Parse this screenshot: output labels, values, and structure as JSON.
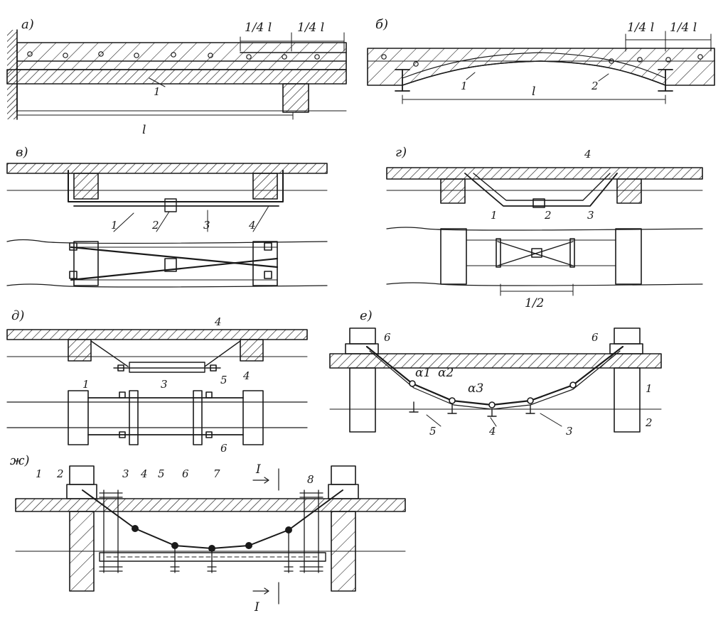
{
  "panels": {
    "a": {
      "label": "а)",
      "dim_quarter_1": "1/4 l",
      "dim_quarter_2": "1/4 l",
      "span": "l",
      "callouts": [
        "1"
      ]
    },
    "b": {
      "label": "б)",
      "dim_quarter_1": "1/4 l",
      "dim_quarter_2": "1/4 l",
      "span": "l",
      "callouts": [
        "1",
        "2"
      ]
    },
    "v": {
      "label": "в)",
      "callouts": [
        "1",
        "2",
        "3",
        "4"
      ]
    },
    "g": {
      "label": "г)",
      "top_callout": "4",
      "callouts": [
        "1",
        "2",
        "3"
      ],
      "half_span": "1/2"
    },
    "d": {
      "label": "д)",
      "top_callout": "4",
      "callouts": [
        "1",
        "3",
        "5",
        "4",
        "6"
      ]
    },
    "e": {
      "label": "е)",
      "callouts": [
        "6",
        "6",
        "1",
        "2",
        "5",
        "4",
        "3"
      ],
      "angles": [
        "α1",
        "α2",
        "α3"
      ]
    },
    "zh": {
      "label": "ж)",
      "callouts": [
        "1",
        "2",
        "3",
        "4",
        "5",
        "6",
        "7",
        "8"
      ],
      "section_top": "I",
      "section_bottom": "I"
    }
  }
}
